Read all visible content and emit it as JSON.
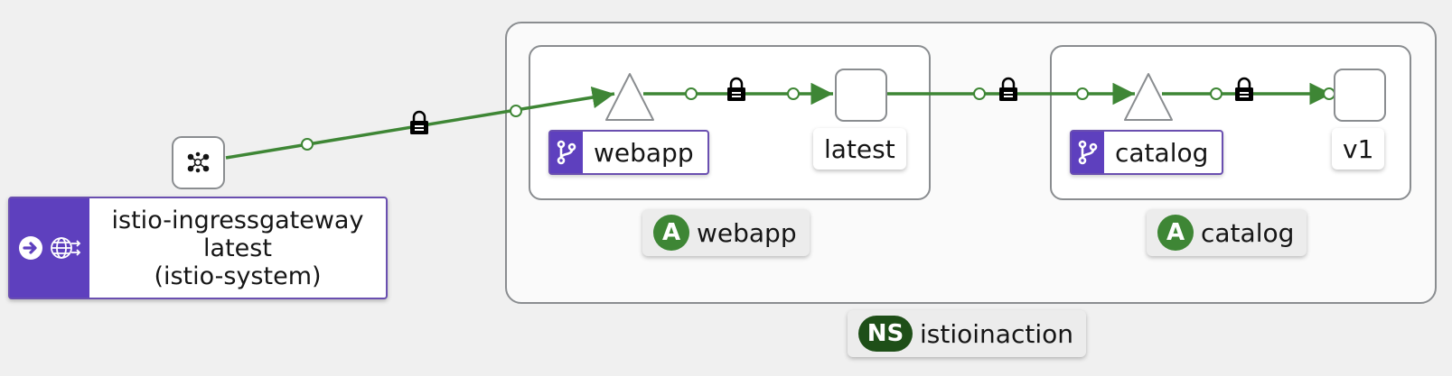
{
  "namespace": {
    "badge": "NS",
    "name": "istioinaction"
  },
  "apps": [
    {
      "badge": "A",
      "name": "webapp"
    },
    {
      "badge": "A",
      "name": "catalog"
    }
  ],
  "services": [
    {
      "name": "webapp"
    },
    {
      "name": "catalog"
    }
  ],
  "versions": [
    {
      "name": "latest"
    },
    {
      "name": "v1"
    }
  ],
  "gateway": {
    "line1": "istio-ingressgateway",
    "line2": "latest",
    "line3": "(istio-system)"
  },
  "colors": {
    "edge": "#3e8635",
    "service_badge": "#5e40be",
    "app_badge": "#3e8635",
    "namespace_badge": "#1e4f18"
  },
  "icons": [
    "arrow-right-circle-icon",
    "globe-icon",
    "gateway-hub-icon",
    "service-branch-icon",
    "lock-icon"
  ]
}
